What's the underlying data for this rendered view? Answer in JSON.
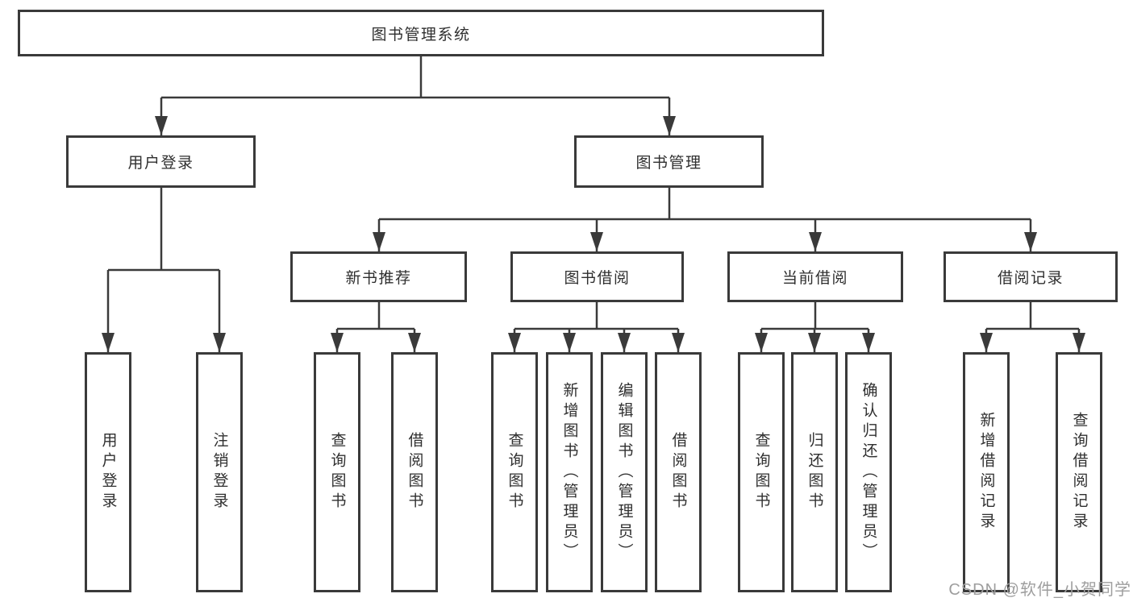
{
  "diagram": {
    "type": "hierarchy-tree",
    "colors": {
      "line": "#3a3a3a",
      "box_border": "#3a3a3a",
      "box_fill": "#ffffff",
      "text": "#2f2f2f",
      "watermark": "#9e9e9e"
    },
    "nodes": {
      "root": {
        "label": "图书管理系统"
      },
      "user_login": {
        "label": "用户登录"
      },
      "book_mgmt": {
        "label": "图书管理"
      },
      "new_book_rec": {
        "label": "新书推荐"
      },
      "book_borrow": {
        "label": "图书借阅"
      },
      "current_borrow": {
        "label": "当前借阅"
      },
      "borrow_records": {
        "label": "借阅记录"
      },
      "leaf_user_login": {
        "label": "用户登录"
      },
      "leaf_logout": {
        "label": "注销登录"
      },
      "leaf_nb_query": {
        "label": "查询图书"
      },
      "leaf_nb_borrow": {
        "label": "借阅图书"
      },
      "leaf_bb_query": {
        "label": "查询图书"
      },
      "leaf_bb_add": {
        "label": "新增图书（管理员）"
      },
      "leaf_bb_edit": {
        "label": "编辑图书（管理员）"
      },
      "leaf_bb_borrow": {
        "label": "借阅图书"
      },
      "leaf_cb_query": {
        "label": "查询图书"
      },
      "leaf_cb_return": {
        "label": "归还图书"
      },
      "leaf_cb_confirm": {
        "label": "确认归还（管理员）"
      },
      "leaf_br_add": {
        "label": "新增借阅记录"
      },
      "leaf_br_query": {
        "label": "查询借阅记录"
      }
    },
    "edges": [
      [
        "root",
        "user_login"
      ],
      [
        "root",
        "book_mgmt"
      ],
      [
        "user_login",
        "leaf_user_login"
      ],
      [
        "user_login",
        "leaf_logout"
      ],
      [
        "book_mgmt",
        "new_book_rec"
      ],
      [
        "book_mgmt",
        "book_borrow"
      ],
      [
        "book_mgmt",
        "current_borrow"
      ],
      [
        "book_mgmt",
        "borrow_records"
      ],
      [
        "new_book_rec",
        "leaf_nb_query"
      ],
      [
        "new_book_rec",
        "leaf_nb_borrow"
      ],
      [
        "book_borrow",
        "leaf_bb_query"
      ],
      [
        "book_borrow",
        "leaf_bb_add"
      ],
      [
        "book_borrow",
        "leaf_bb_edit"
      ],
      [
        "book_borrow",
        "leaf_bb_borrow"
      ],
      [
        "current_borrow",
        "leaf_cb_query"
      ],
      [
        "current_borrow",
        "leaf_cb_return"
      ],
      [
        "current_borrow",
        "leaf_cb_confirm"
      ],
      [
        "borrow_records",
        "leaf_br_add"
      ],
      [
        "borrow_records",
        "leaf_br_query"
      ]
    ],
    "watermark": "CSDN @软件_小贺同学"
  }
}
